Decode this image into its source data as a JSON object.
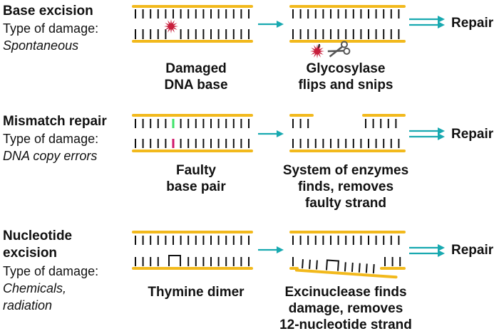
{
  "colors": {
    "strand": "#f2b91c",
    "rung": "#111111",
    "arrow": "#18a9b0",
    "damage": "#c81e3c",
    "mismatch_green": "#3fe36a",
    "mismatch_pink": "#d0186a",
    "scissors": "#555555"
  },
  "rows": [
    {
      "title": "Base excision",
      "damage_label": "Type of damage:",
      "damage_type": "Spontaneous",
      "caption_left": [
        "Damaged",
        "DNA base"
      ],
      "caption_right": [
        "Glycosylase",
        "flips and snips"
      ],
      "outcome": "Repair",
      "icons": [
        "damaged-base-icon",
        "scissors-icon"
      ]
    },
    {
      "title": "Mismatch repair",
      "damage_label": "Type of damage:",
      "damage_type": "DNA copy errors",
      "caption_left": [
        "Faulty",
        "base pair"
      ],
      "caption_right": [
        "System of enzymes",
        "finds, removes",
        "faulty strand"
      ],
      "outcome": "Repair",
      "icons": []
    },
    {
      "title": "Nucleotide",
      "title_line2": "excision",
      "damage_label": "Type of damage:",
      "damage_type": "Chemicals,",
      "damage_type_line2": "radiation",
      "caption_left": [
        "Thymine dimer"
      ],
      "caption_right": [
        "Excinuclease finds",
        "damage, removes",
        "12-nucleotide strand"
      ],
      "outcome": "Repair",
      "icons": []
    }
  ]
}
